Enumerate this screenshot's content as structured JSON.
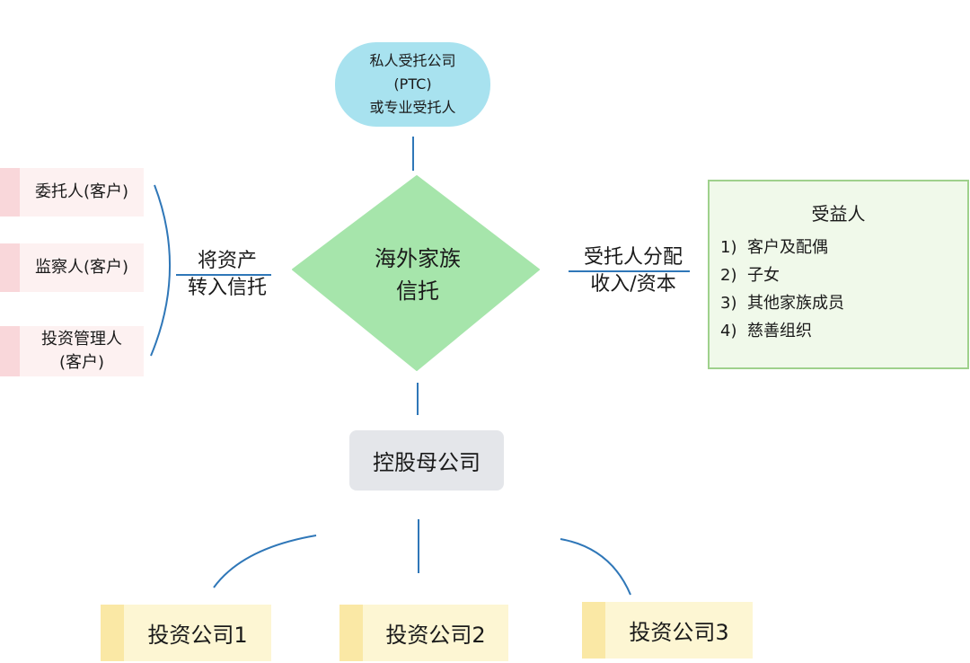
{
  "trustee": {
    "line1": "私人受托公司",
    "line2": "(PTC)",
    "line3": "或专业受托人"
  },
  "trust": {
    "line1": "海外家族",
    "line2": "信托"
  },
  "parties": [
    {
      "line1": "委托人(客户)",
      "line2": ""
    },
    {
      "line1": "监察人(客户)",
      "line2": ""
    },
    {
      "line1": "投资管理人",
      "line2": "(客户)"
    }
  ],
  "transfer_label": {
    "line1": "将资产",
    "line2": "转入信托"
  },
  "distribution_label": {
    "line1": "受托人分配",
    "line2": "收入/资本"
  },
  "beneficiary": {
    "title": "受益人",
    "items": [
      {
        "num": "1)",
        "text": "客户及配偶"
      },
      {
        "num": "2)",
        "text": "子女"
      },
      {
        "num": "3)",
        "text": "其他家族成员"
      },
      {
        "num": "4)",
        "text": "慈善组织"
      }
    ]
  },
  "holding": {
    "label": "控股母公司"
  },
  "investments": [
    {
      "label": "投资公司1"
    },
    {
      "label": "投资公司2"
    },
    {
      "label": "投资公司3"
    }
  ],
  "colors": {
    "trustee_fill": "#a8e2ef",
    "trust_fill": "#a6e5ab",
    "party_fill": "#fdf1f1",
    "beneficiary_fill": "#f0f9ea",
    "beneficiary_border": "#9fd18c",
    "holding_fill": "#e4e6ea",
    "investment_fill": "#fdf6d3",
    "connector": "#2f77b8"
  }
}
